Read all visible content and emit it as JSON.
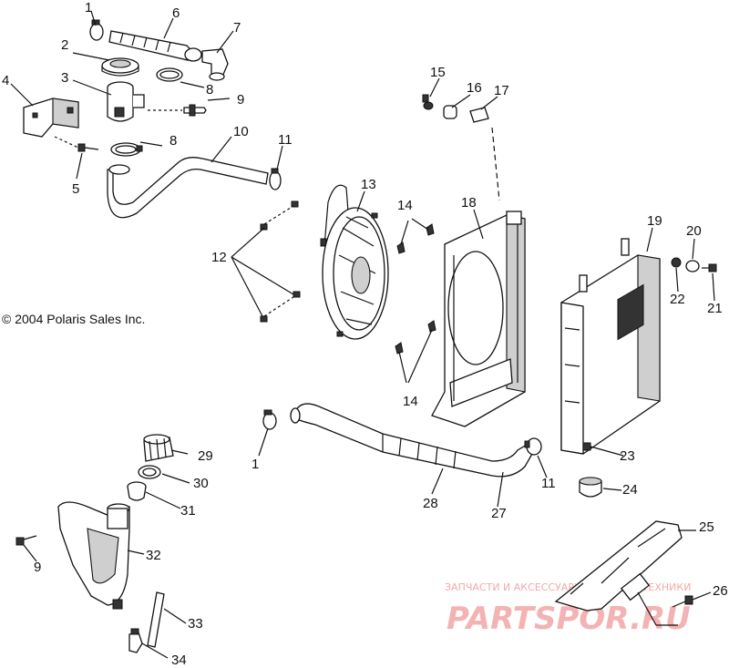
{
  "copyright": "© 2004 Polaris Sales Inc.",
  "watermark": {
    "line1": "ЗАПЧАСТИ И АКСЕССУАРЫ ДЛЯ МОТОТЕХНИКИ",
    "line2": "PARTSPOR.RU",
    "color": "#f3b3b3"
  },
  "callouts": [
    "1",
    "6",
    "7",
    "2",
    "8",
    "3",
    "9",
    "4",
    "10",
    "11",
    "8",
    "5",
    "15",
    "16",
    "17",
    "13",
    "14",
    "18",
    "19",
    "20",
    "12",
    "22",
    "21",
    "14",
    "29",
    "23",
    "30",
    "11",
    "31",
    "24",
    "1",
    "28",
    "27",
    "25",
    "32",
    "9",
    "26",
    "33",
    "34"
  ]
}
